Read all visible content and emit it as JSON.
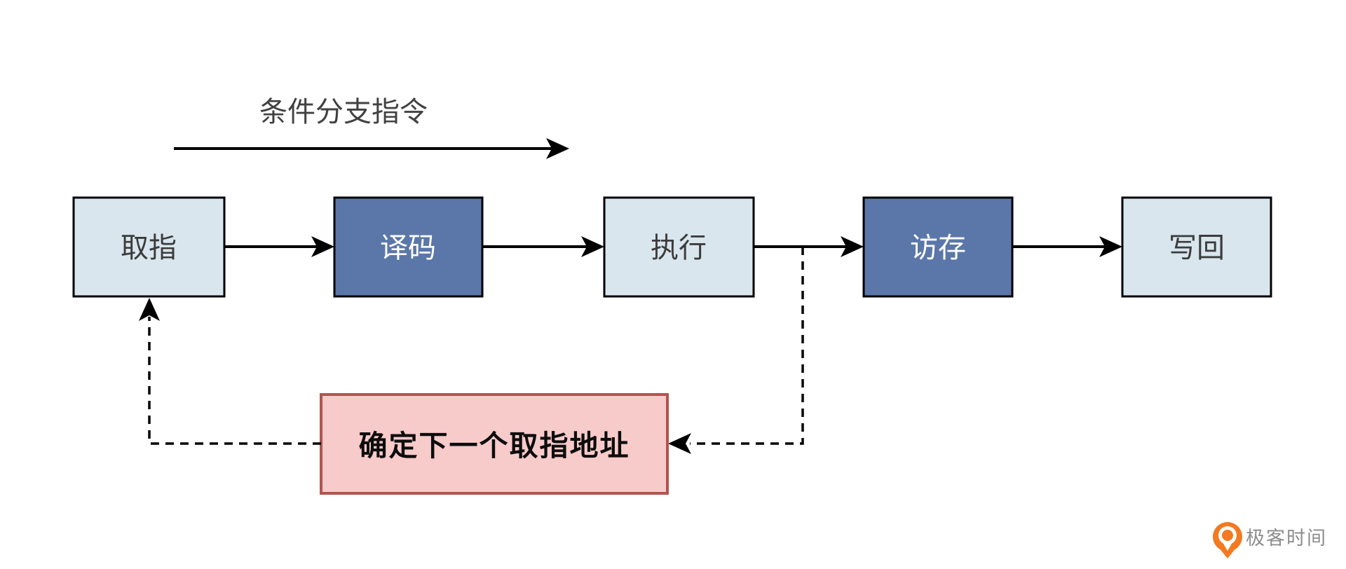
{
  "diagram": {
    "top_label": "条件分支指令",
    "stages": [
      {
        "id": "fetch",
        "label": "取指",
        "variant": "light"
      },
      {
        "id": "decode",
        "label": "译码",
        "variant": "dark"
      },
      {
        "id": "execute",
        "label": "执行",
        "variant": "light"
      },
      {
        "id": "memory-access",
        "label": "访存",
        "variant": "dark"
      },
      {
        "id": "write-back",
        "label": "写回",
        "variant": "light"
      }
    ],
    "feedback_box_label": "确定下一个取指地址",
    "colors": {
      "light_box_fill": "#d9e6ee",
      "dark_box_fill": "#5b77a9",
      "box_border": "#000000",
      "pink_fill": "#f7cbca",
      "pink_border": "#b25450",
      "arrow_line": "#000000",
      "stage_text_dark": "#3c3c3c",
      "stage_text_light": "#ffffff",
      "top_label_text": "#414141",
      "feedback_text": "#0d0d0d",
      "logo_orange": "#f47920",
      "logo_text_gray": "#8d8d8d"
    }
  },
  "footer": {
    "logo_text": "极客时间"
  }
}
